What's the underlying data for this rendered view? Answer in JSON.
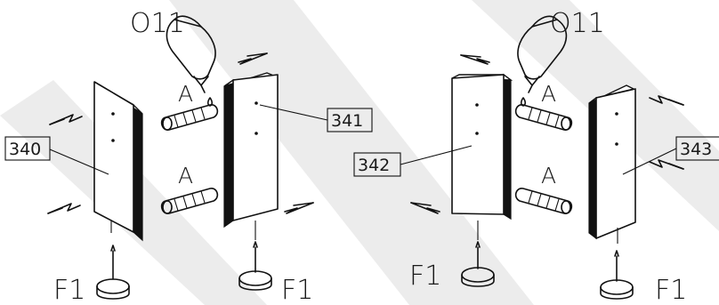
{
  "labels": {
    "glue": "O11",
    "dowel": "A",
    "foot": "F1",
    "panel_340": "340",
    "panel_341": "341",
    "panel_342": "342",
    "panel_343": "343"
  },
  "colors": {
    "line": "#111111",
    "background": "#ffffff",
    "watermark": "#dcdcdc"
  },
  "icons": [
    "glue-bottle-icon",
    "dowel-icon",
    "arrow-icon",
    "foot-glide-icon"
  ]
}
